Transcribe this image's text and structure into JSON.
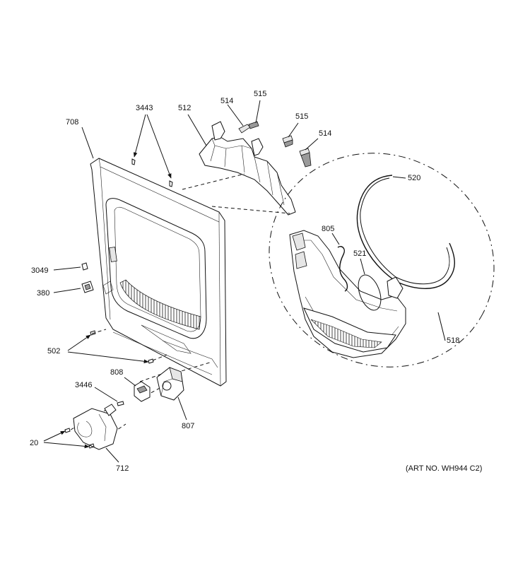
{
  "diagram": {
    "labels": {
      "p708": "708",
      "p3443": "3443",
      "p512": "512",
      "p514a": "514",
      "p515a": "515",
      "p515b": "515",
      "p514b": "514",
      "p520": "520",
      "p805": "805",
      "p521": "521",
      "p3049": "3049",
      "p380": "380",
      "p518": "518",
      "p502": "502",
      "p808": "808",
      "p3446": "3446",
      "p807": "807",
      "p20": "20",
      "p712": "712"
    },
    "art_number": "(ART NO. WH944 C2)"
  }
}
